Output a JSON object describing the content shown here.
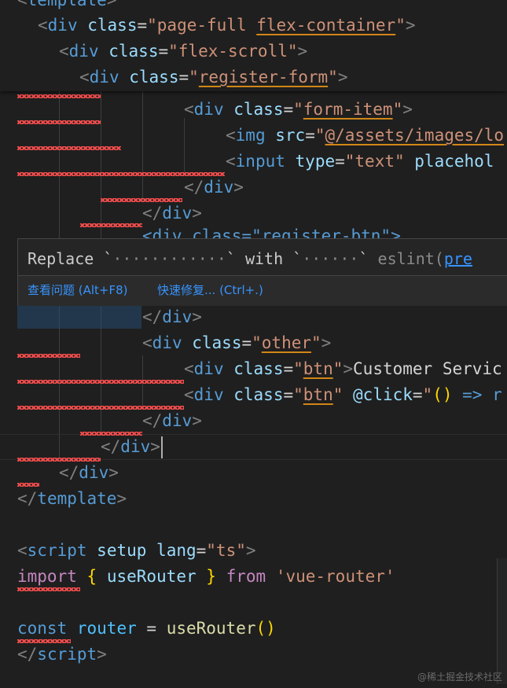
{
  "sticky": {
    "line0": {
      "br1": "<",
      "tag": "template",
      "br2": ">"
    },
    "line1": {
      "br1": "<",
      "tag": "div",
      "attr": "class",
      "eq": "=",
      "q1": "\"",
      "val": "page-full ",
      "val2": "flex-container",
      "q2": "\"",
      "br2": ">"
    },
    "line2": {
      "br1": "<",
      "tag": "div",
      "attr": "class",
      "eq": "=",
      "q1": "\"",
      "val": "flex-scroll",
      "q2": "\"",
      "br2": ">"
    },
    "line3": {
      "br1": "<",
      "tag": "div",
      "attr": "class",
      "eq": "=",
      "q1": "\"",
      "val": "register-form",
      "q2": "\"",
      "br2": ">"
    }
  },
  "code": {
    "l1": {
      "br1": "<",
      "tag": "div",
      "attr": "class",
      "eq": "=",
      "q1": "\"",
      "val": "form-item",
      "q2": "\"",
      "br2": ">"
    },
    "l2": {
      "br1": "<",
      "tag": "img",
      "attr": "src",
      "eq": "=",
      "q1": "\"",
      "val": "@/assets/images/lo"
    },
    "l3": {
      "br1": "<",
      "tag": "input",
      "attr": "type",
      "eq": "=",
      "val": "\"text\"",
      "attr2": "placehol"
    },
    "l4": {
      "br1": "</",
      "tag": "div",
      "br2": ">"
    },
    "l5": {
      "br1": "</",
      "tag": "div",
      "br2": ">"
    },
    "l6": {
      "text": "<div class=\"register-btn\">"
    },
    "l7": {
      "br1": "</",
      "tag": "div",
      "br2": ">"
    },
    "l8": {
      "br1": "<",
      "tag": "div",
      "attr": "class",
      "eq": "=",
      "q1": "\"",
      "val": "other",
      "q2": "\"",
      "br2": ">"
    },
    "l9": {
      "br1": "<",
      "tag": "div",
      "attr": "class",
      "eq": "=",
      "q1": "\"",
      "val": "btn",
      "q2": "\"",
      "br2": ">",
      "text": "Customer Servic"
    },
    "l10": {
      "br1": "<",
      "tag": "div",
      "attr": "class",
      "eq": "=",
      "q1": "\"",
      "val": "btn",
      "q2": "\"",
      "attr2": "@click",
      "eq2": "=",
      "q3": "\"",
      "paren": "()",
      "arrow": " => r"
    },
    "l11": {
      "br1": "</",
      "tag": "div",
      "br2": ">"
    },
    "l12": {
      "br1": "</",
      "tag": "div",
      "br2": ">"
    },
    "l13": {
      "br1": "</",
      "tag": "div",
      "br2": ">"
    },
    "l14": {
      "br1": "</",
      "tag": "template",
      "br2": ">"
    },
    "l15": {
      "br1": "<",
      "tag": "script",
      "attr": "setup",
      "attr2": "lang",
      "eq": "=",
      "val": "\"ts\"",
      "br2": ">"
    },
    "l16": {
      "kw": "import",
      "b1": "{",
      "name": "useRouter",
      "b2": "}",
      "kw2": "from",
      "str": "'vue-router'"
    },
    "l17": {
      "kw": "const",
      "name": "router",
      "eq": "=",
      "fn": "useRouter",
      "paren": "()"
    },
    "l18": {
      "br1": "</",
      "tag": "script",
      "br2": ">"
    }
  },
  "hover": {
    "message_prefix": "Replace `",
    "dots1": "············",
    "message_mid": "` with `",
    "dots2": "······",
    "message_suffix": "` ",
    "source": "eslint(",
    "rule": "pre",
    "action_view": "查看问题 (Alt+F8)",
    "action_fix": "快速修复... (Ctrl+.)"
  },
  "watermark": "@稀土掘金技术社区",
  "colors": {
    "background": "#1f1f1f",
    "tag": "#569cd6",
    "attribute": "#9cdcfe",
    "string": "#ce9178",
    "error": "#f14c4c",
    "link": "#3794ff"
  }
}
